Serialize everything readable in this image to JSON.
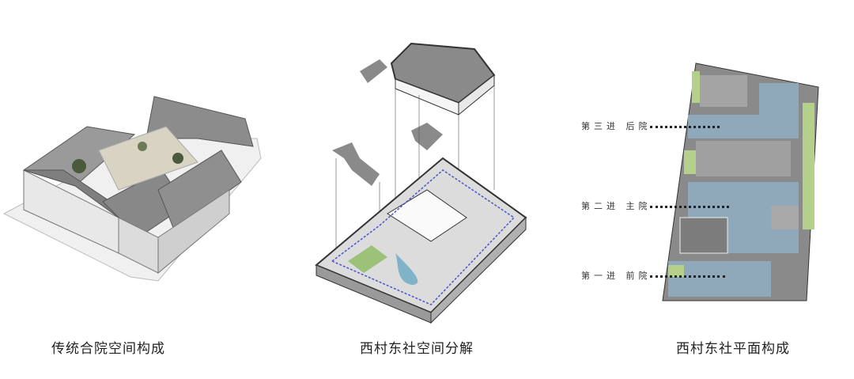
{
  "captions": {
    "traditional": "传统合院空间构成",
    "exploded": "西村东社空间分解",
    "plan": "西村东社平面构成"
  },
  "plan_labels": [
    {
      "text": "第三进 后院"
    },
    {
      "text": "第二进 主院"
    },
    {
      "text": "第一进 前院"
    }
  ],
  "colors": {
    "roof": "#8a8a8a",
    "wall": "#e6e6e6",
    "water": "#8fb3c8",
    "green": "#b5d08a",
    "plan_grey": "#7d7d7d"
  }
}
